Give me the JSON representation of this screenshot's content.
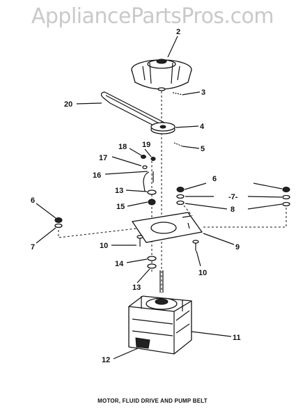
{
  "watermark": "AppliancePartsPros.com",
  "caption": "MOTOR, FLUID DRIVE AND PUMP BELT",
  "callouts": {
    "c2": "2",
    "c3": "3",
    "c4": "4",
    "c5": "5",
    "c20": "20",
    "c18": "18",
    "c19": "19",
    "c17": "17",
    "c16": "16",
    "c13a": "13",
    "c15": "15",
    "c6a": "6",
    "c7a": "-7-",
    "c8": "8",
    "c6b": "6",
    "c7b": "7",
    "c10a": "10",
    "c9": "9",
    "c10b": "10",
    "c14": "14",
    "c13b": "13",
    "c11": "11",
    "c12": "12"
  }
}
